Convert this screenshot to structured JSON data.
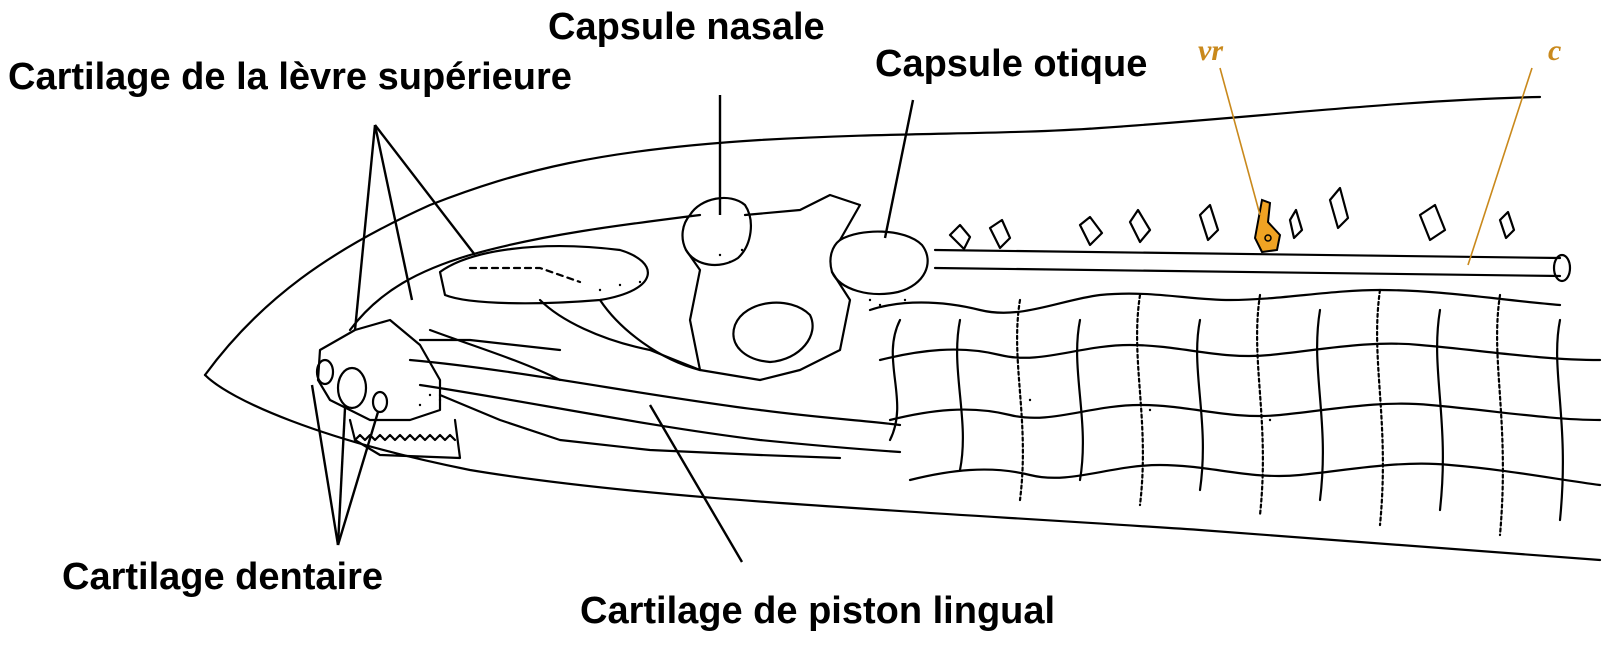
{
  "labels": {
    "capsule_nasale": "Capsule nasale",
    "cartilage_levre": "Cartilage de la lèvre supérieure",
    "capsule_otique": "Capsule otique",
    "cartilage_dentaire": "Cartilage dentaire",
    "cartilage_piston": "Cartilage de piston lingual",
    "vr": "vr",
    "c": "c"
  },
  "colors": {
    "ink": "#000000",
    "highlight": "#f0a323",
    "annotation": "#c9891c",
    "background": "#ffffff"
  }
}
